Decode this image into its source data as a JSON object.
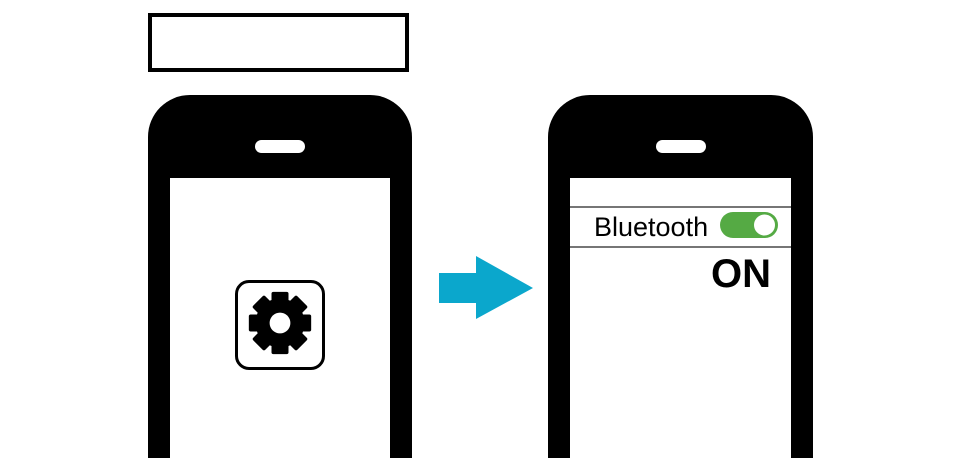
{
  "diagram": {
    "label_box": {
      "text": ""
    },
    "arrow": {
      "icon": "arrow-right-icon",
      "direction": "right",
      "color": "#0ba7cc"
    }
  },
  "left_phone": {
    "earpiece_icon": "earpiece-speaker-icon",
    "app_button": {
      "icon": "settings-gear-icon",
      "color": "#000000"
    }
  },
  "right_phone": {
    "earpiece_icon": "earpiece-speaker-icon",
    "bluetooth_row": {
      "label": "Bluetooth"
    },
    "toggle": {
      "state": "on",
      "color": "#55aa44",
      "knob_color": "#ffffff"
    },
    "status_text": "ON",
    "divider_color": "#767676"
  }
}
